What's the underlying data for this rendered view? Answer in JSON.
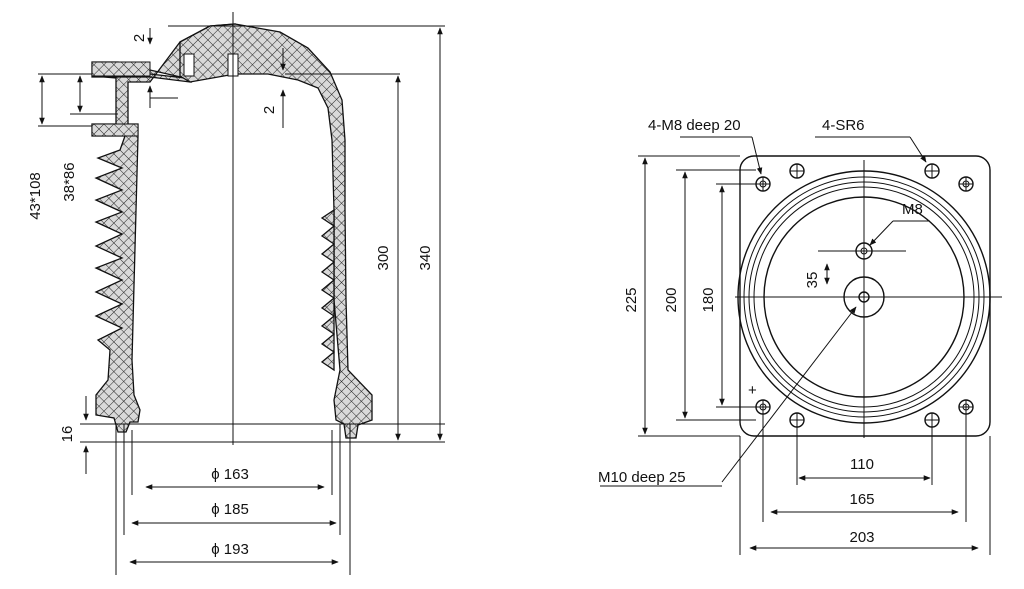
{
  "side_view": {
    "dim_height_total": "340",
    "dim_height_inner": "300",
    "dim_wall_top": "2",
    "dim_wall_side": "2",
    "dim_recess_a": "43*108",
    "dim_recess_b": "38*86",
    "dim_flange": "16",
    "dia_inner": "ϕ 163",
    "dia_mid": "ϕ 185",
    "dia_outer": "ϕ 193"
  },
  "top_view": {
    "label_thread_holes": "4-M8 deep 20",
    "label_radius": "4-SR6",
    "label_center_thread": "M8",
    "label_base_thread": "M10 deep 25",
    "dim_offset": "35",
    "dim_v_outer": "225",
    "dim_v_mid": "200",
    "dim_v_inner": "180",
    "dim_h_inner": "110",
    "dim_h_mid": "165",
    "dim_h_outer": "203"
  }
}
